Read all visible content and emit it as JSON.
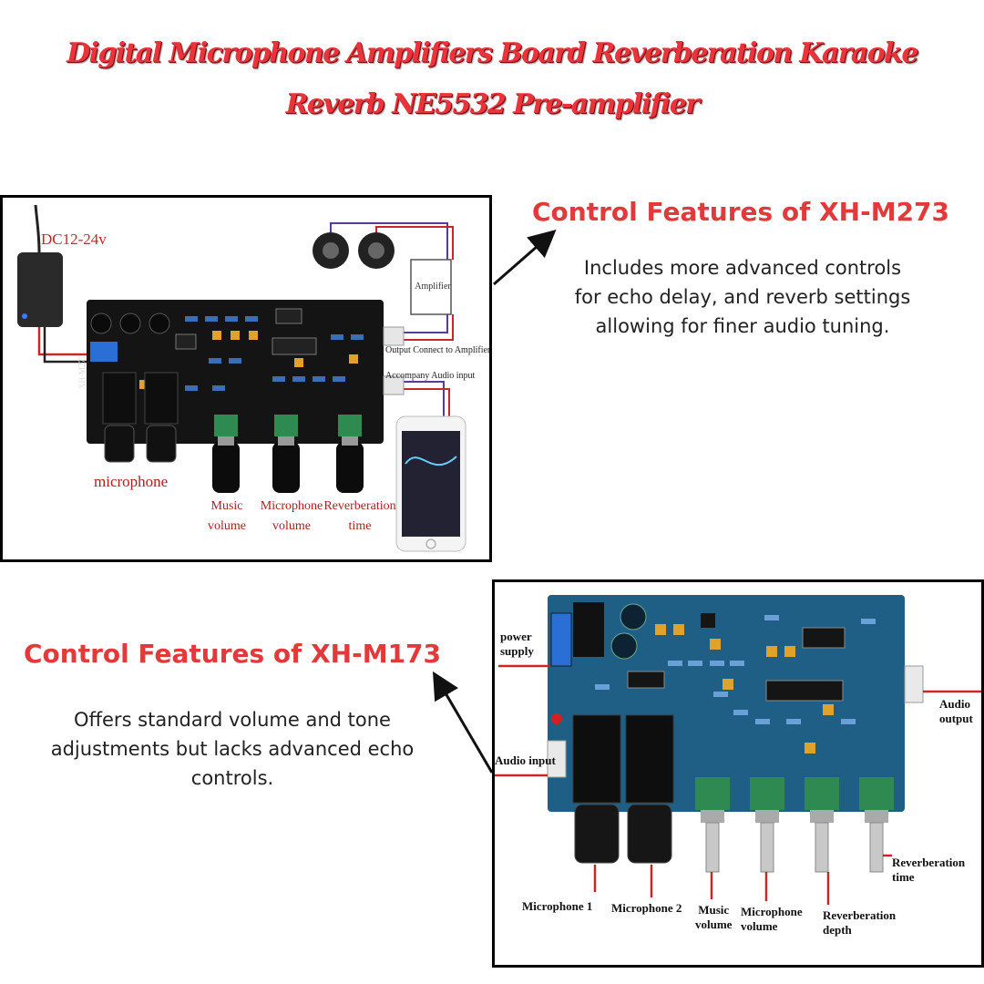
{
  "title": {
    "line1": "Digital Microphone Amplifiers Board Reverberation Karaoke",
    "line2": "Reverb NE5532 Pre-amplifier"
  },
  "section_m273": {
    "heading": "Control Features of XH-M273",
    "desc_line1": "Includes more advanced controls",
    "desc_line2": "for echo delay, and reverb settings",
    "desc_line3": "allowing for finer audio tuning."
  },
  "section_m173": {
    "heading": "Control Features of XH-M173",
    "desc_line1": "Offers standard volume and tone",
    "desc_line2": "adjustments but lacks advanced echo",
    "desc_line3": "controls."
  },
  "board_m273": {
    "power_label": "DC12-24v",
    "amplifier_label": "Amplifier",
    "output_label": "Output Connect to Amplifier",
    "input_label": "Accompany Audio input",
    "model_silk": "XH-M273",
    "mic_label": "microphone",
    "knob1_line1": "Music",
    "knob1_line2": "volume",
    "knob2_line1": "Microphone",
    "knob2_line2": "volume",
    "knob3_line1": "Reverberation",
    "knob3_line2": "time"
  },
  "board_m173": {
    "power_line1": "power",
    "power_line2": "supply",
    "audio_input": "Audio input",
    "audio_output_line1": "Audio",
    "audio_output_line2": "output",
    "mic1": "Microphone 1",
    "mic2": "Microphone 2",
    "music_line1": "Music",
    "music_line2": "volume",
    "micvol_line1": "Microphone",
    "micvol_line2": "volume",
    "revdepth_line1": "Reverberation",
    "revdepth_line2": "depth",
    "revtime_line1": "Reverberation",
    "revtime_line2": "time"
  },
  "colors": {
    "title_red": "#e8343a",
    "heading_red": "#e23a3a",
    "pcb_black": "#141414",
    "pcb_blue": "#1f5f86",
    "pot_green": "#2f8a52",
    "leader_red": "#c62828"
  }
}
